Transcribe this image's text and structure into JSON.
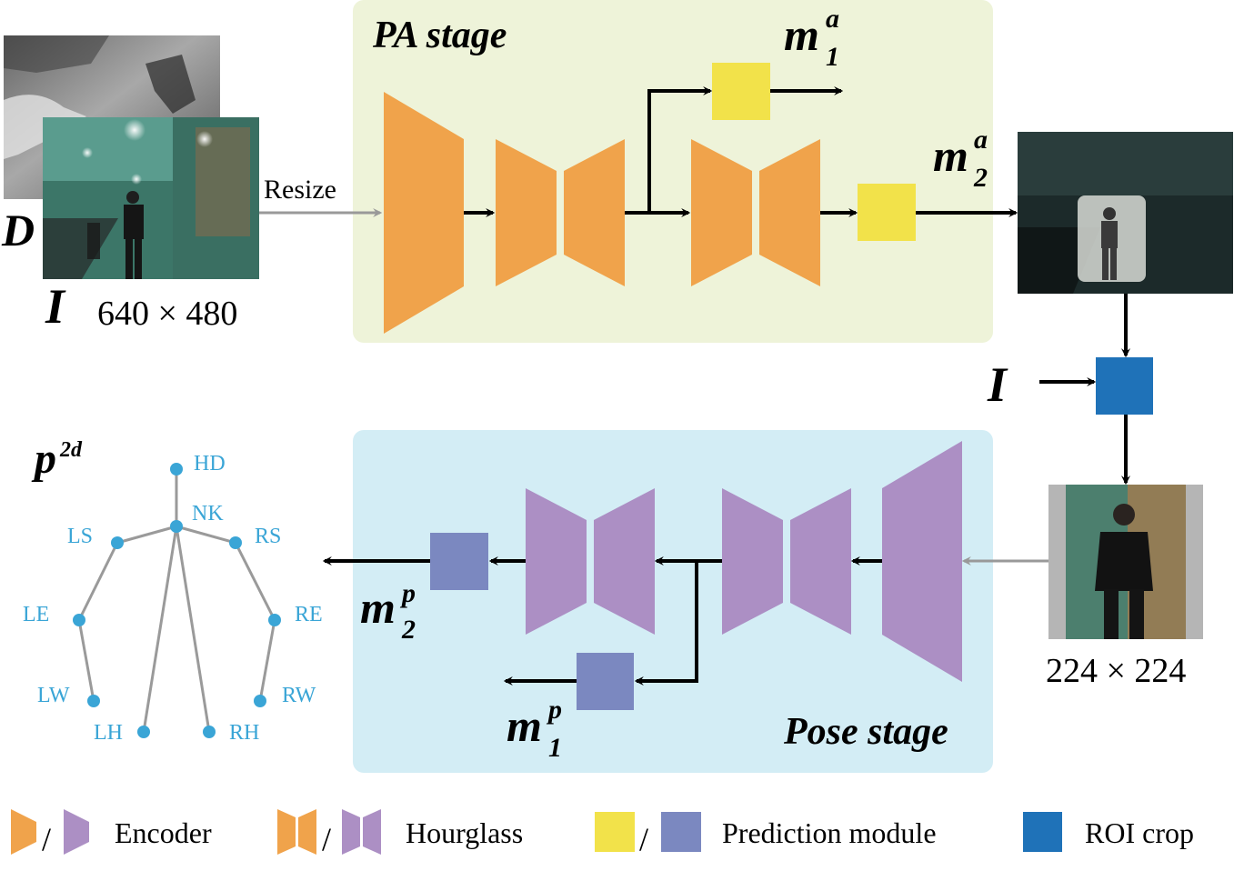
{
  "colors": {
    "pa_stage_bg": "#eef3d9",
    "pose_stage_bg": "#d3edf5",
    "orange": "#f0a34b",
    "purple": "#ac8fc4",
    "yellow": "#f2e24a",
    "slate_blue": "#7b88c0",
    "roi_blue": "#1f72b8",
    "joint_blue": "#3aa5d6",
    "bone_gray": "#9a9a9a",
    "arrow_black": "#000000",
    "arrow_gray": "#999999"
  },
  "labels": {
    "pa_stage": "PA stage",
    "pose_stage": "Pose stage",
    "resize": "Resize",
    "depth": "D",
    "image": "I",
    "image_roi": "I",
    "input_size": "640 × 480",
    "crop_size": "224 × 224",
    "m": "m",
    "sub1": "1",
    "sub2": "2",
    "sup_a": "a",
    "sup_p": "p",
    "p": "p",
    "sup_2d": "2d"
  },
  "icons": {
    "depth_image": "depth-image",
    "rgb_image": "rgb-image",
    "attention_image": "attention-map-image",
    "crop_image": "cropped-person-image"
  },
  "skeleton": {
    "joints": [
      "HD",
      "NK",
      "LS",
      "RS",
      "LE",
      "RE",
      "LW",
      "RW",
      "LH",
      "RH"
    ]
  },
  "legend": {
    "encoder": "Encoder",
    "hourglass": "Hourglass",
    "prediction": "Prediction module",
    "roi": "ROI crop",
    "slash": "/"
  }
}
